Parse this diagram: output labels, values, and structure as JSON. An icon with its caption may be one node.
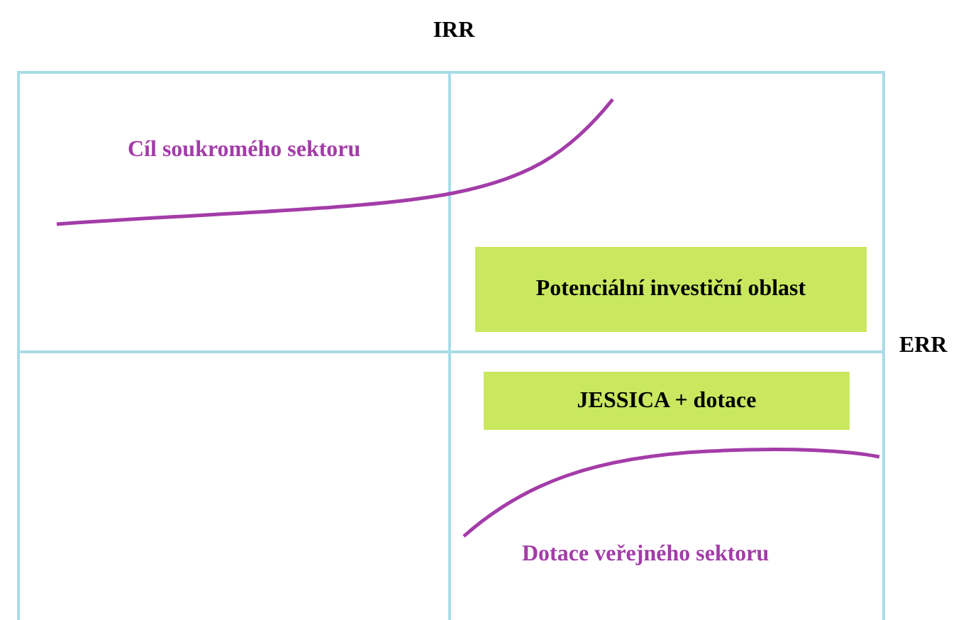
{
  "diagram": {
    "nodes": [
      {
        "text": [
          "Potenciální investiční oblast"
        ]
      },
      {
        "text": [
          "JESSICA + dotace"
        ]
      }
    ],
    "labels": [
      "IRR",
      "Cíl soukromého sektoru",
      "ERR",
      "Dotace veřejného sektoru"
    ]
  }
}
